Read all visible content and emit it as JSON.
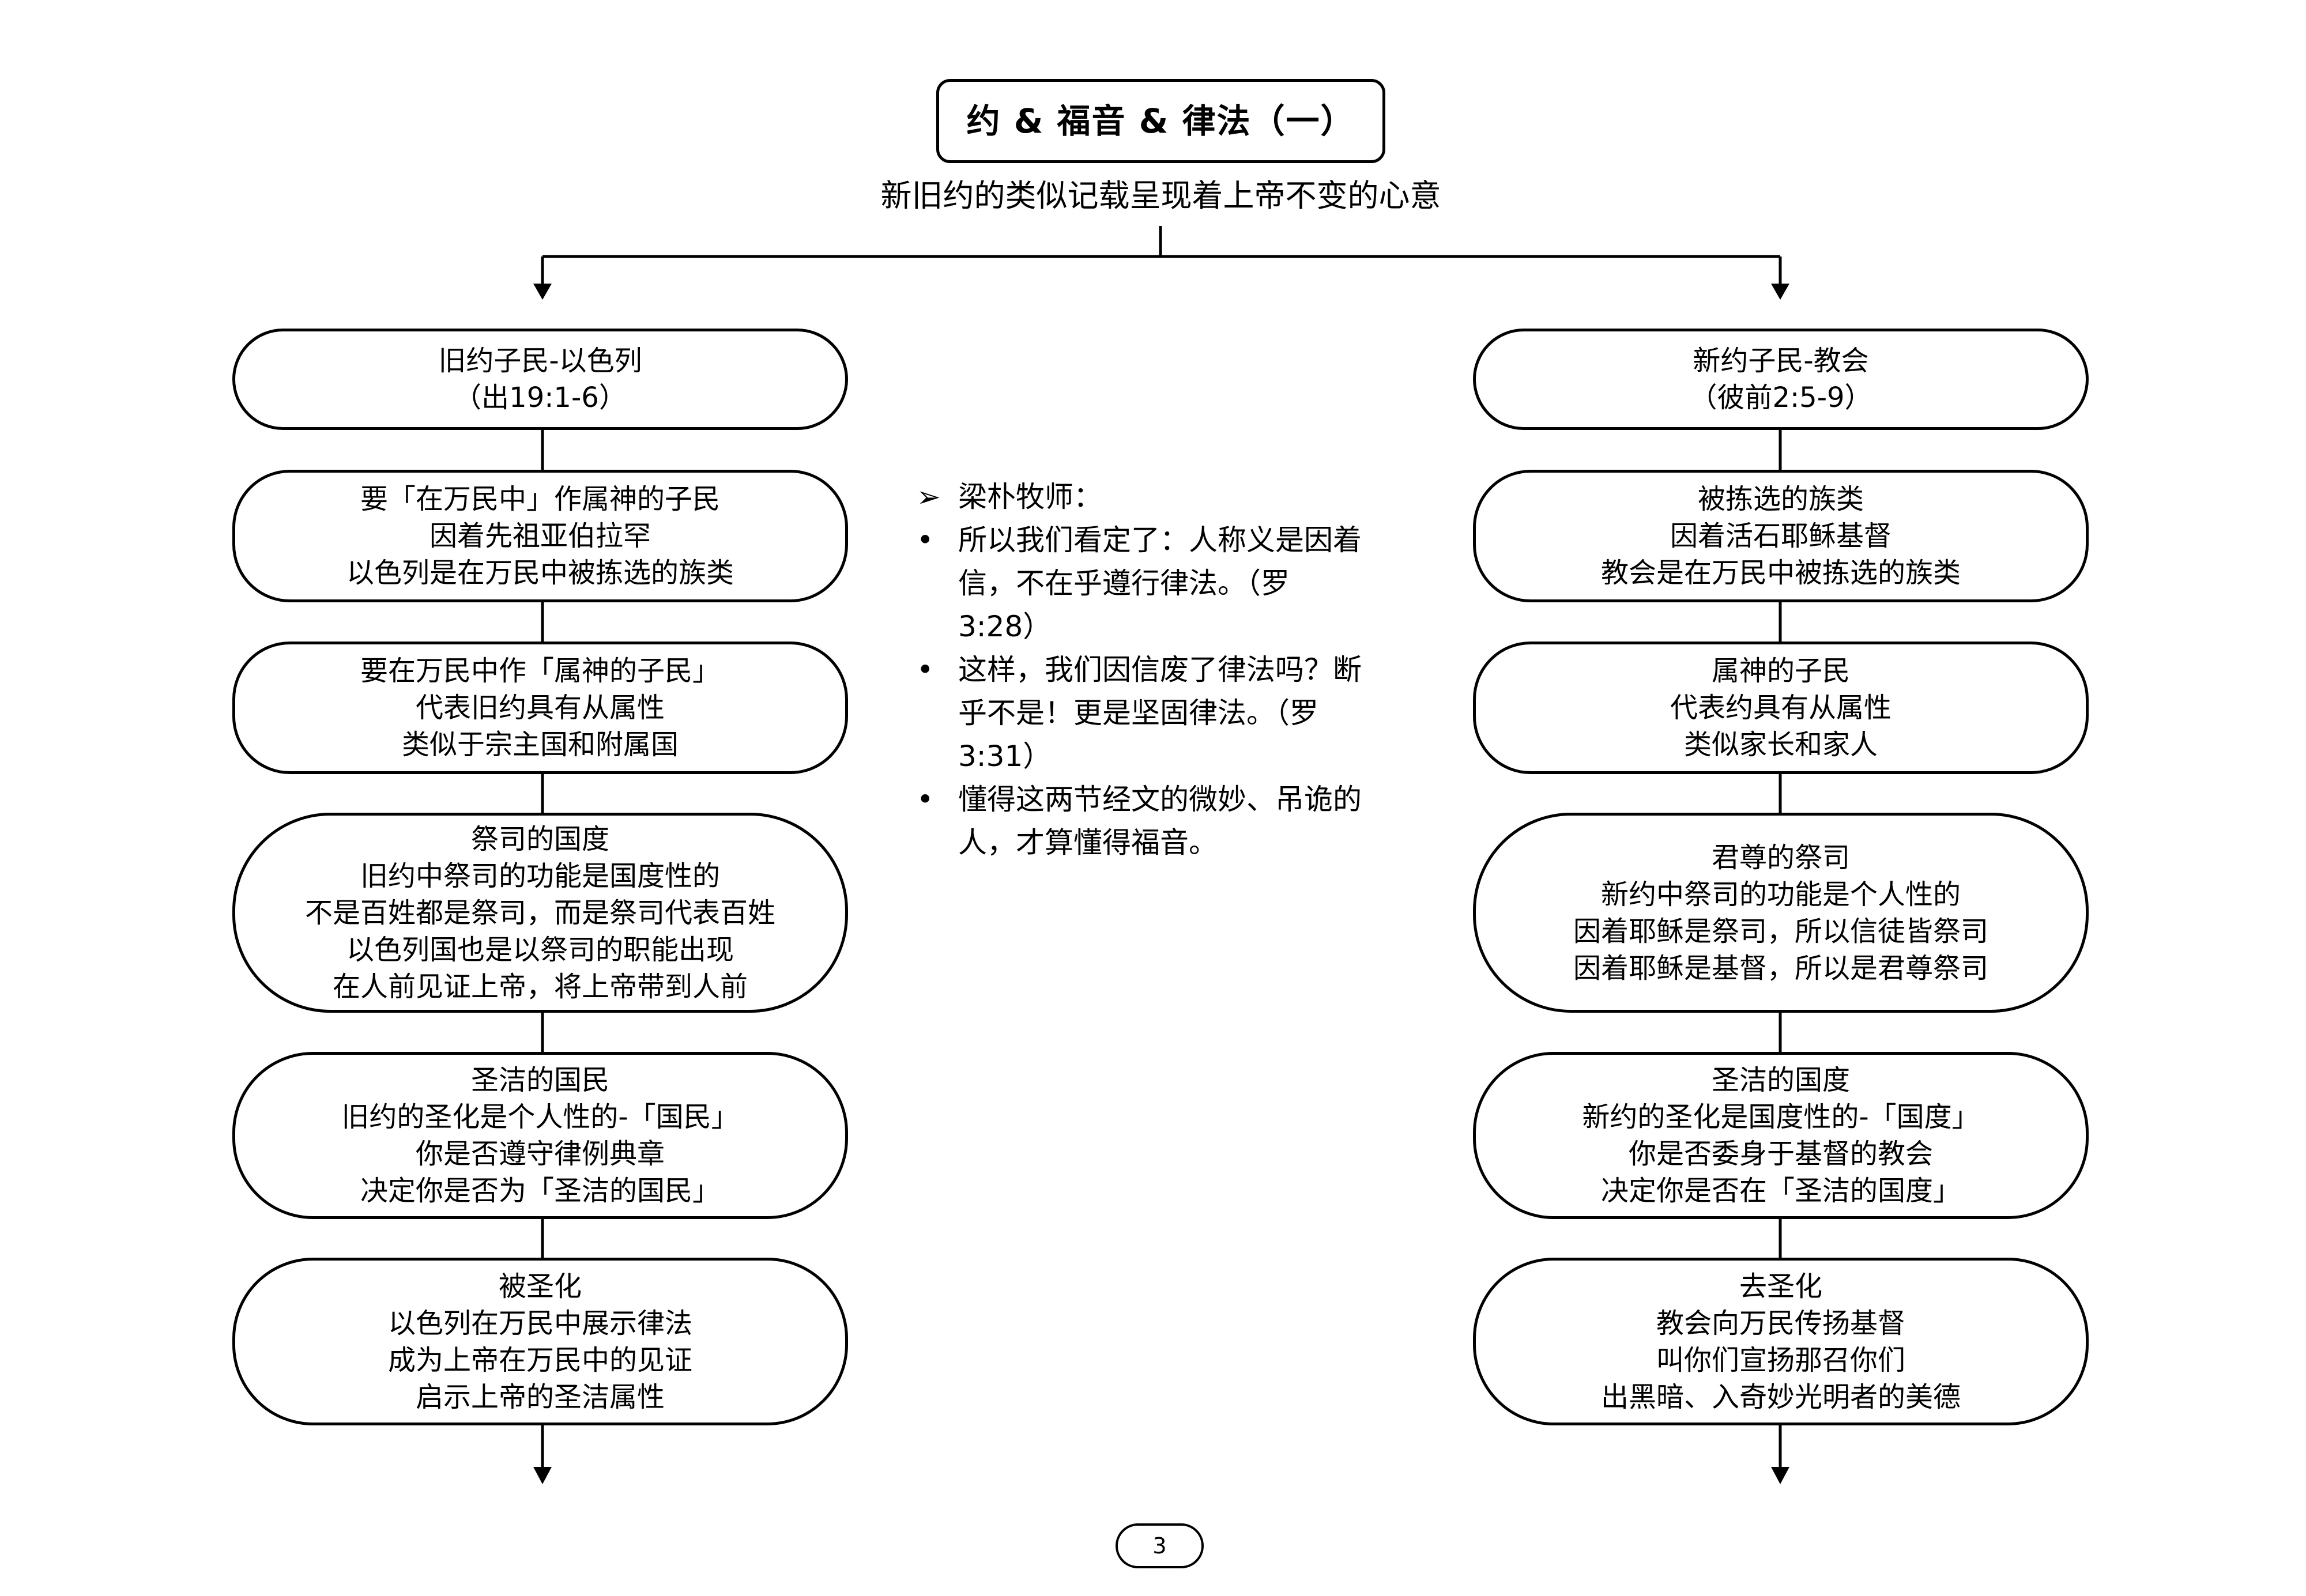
{
  "title": "约 & 福音 & 律法（一）",
  "subtitle": "新旧约的类似记载呈现着上帝不变的心意",
  "left_column": {
    "header": [
      "旧约子民-以色列",
      "（出19:1-6）"
    ],
    "nodes": [
      [
        "要「在万民中」作属神的子民",
        "因着先祖亚伯拉罕",
        "以色列是在万民中被拣选的族类"
      ],
      [
        "要在万民中作「属神的子民」",
        "代表旧约具有从属性",
        "类似于宗主国和附属国"
      ],
      [
        "祭司的国度",
        "旧约中祭司的功能是国度性的",
        "不是百姓都是祭司，而是祭司代表百姓",
        "以色列国也是以祭司的职能出现",
        "在人前见证上帝，将上帝带到人前"
      ],
      [
        "圣洁的国民",
        "旧约的圣化是个人性的-「国民」",
        "你是否遵守律例典章",
        "决定你是否为「圣洁的国民」"
      ],
      [
        "被圣化",
        "以色列在万民中展示律法",
        "成为上帝在万民中的见证",
        "启示上帝的圣洁属性"
      ]
    ]
  },
  "right_column": {
    "header": [
      "新约子民-教会",
      "（彼前2:5-9）"
    ],
    "nodes": [
      [
        "被拣选的族类",
        "因着活石耶稣基督",
        "教会是在万民中被拣选的族类"
      ],
      [
        "属神的子民",
        "代表约具有从属性",
        "类似家长和家人"
      ],
      [
        "君尊的祭司",
        "新约中祭司的功能是个人性的",
        "因着耶稣是祭司，所以信徒皆祭司",
        "因着耶稣是基督，所以是君尊祭司"
      ],
      [
        "圣洁的国度",
        "新约的圣化是国度性的-「国度」",
        "你是否委身于基督的教会",
        "决定你是否在「圣洁的国度」"
      ],
      [
        "去圣化",
        "教会向万民传扬基督",
        "叫你们宣扬那召你们",
        "出黑暗、入奇妙光明者的美德"
      ]
    ]
  },
  "notes": {
    "header_mark": "➢",
    "header": "梁朴牧师：",
    "bullet": "•",
    "items": [
      [
        "所以我们看定了：人称义是因着",
        "信，不在乎遵行律法。（罗",
        "3:28）"
      ],
      [
        "这样，我们因信废了律法吗？断",
        "乎不是！更是坚固律法。（罗",
        "3:31）"
      ],
      [
        "懂得这两节经文的微妙、吊诡的",
        "人，才算懂得福音。"
      ]
    ]
  },
  "page_number": "3"
}
